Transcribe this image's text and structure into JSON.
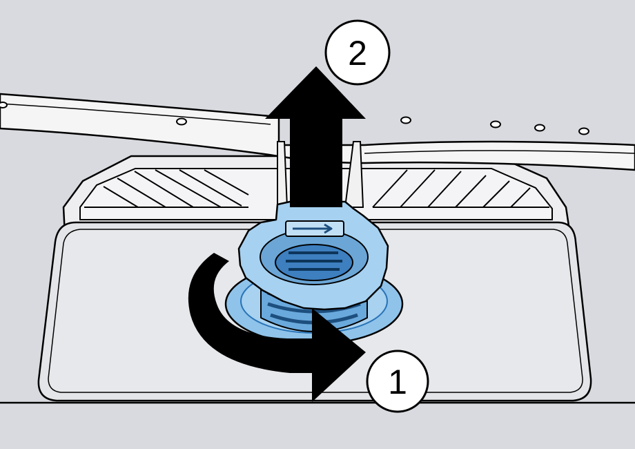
{
  "figure": {
    "steps": [
      {
        "number": "1",
        "action": "rotate"
      },
      {
        "number": "2",
        "action": "lift"
      }
    ],
    "colors": {
      "background": "#d9dadf",
      "spray_arm": "#f3f3f3",
      "tub_floor": "#e6e7ea",
      "filter_blue": "#8fc3ea",
      "filter_blue_light": "#c2e0f5",
      "filter_blue_dark": "#2a74b8",
      "outline": "#000000",
      "arrow": "#000000"
    }
  }
}
